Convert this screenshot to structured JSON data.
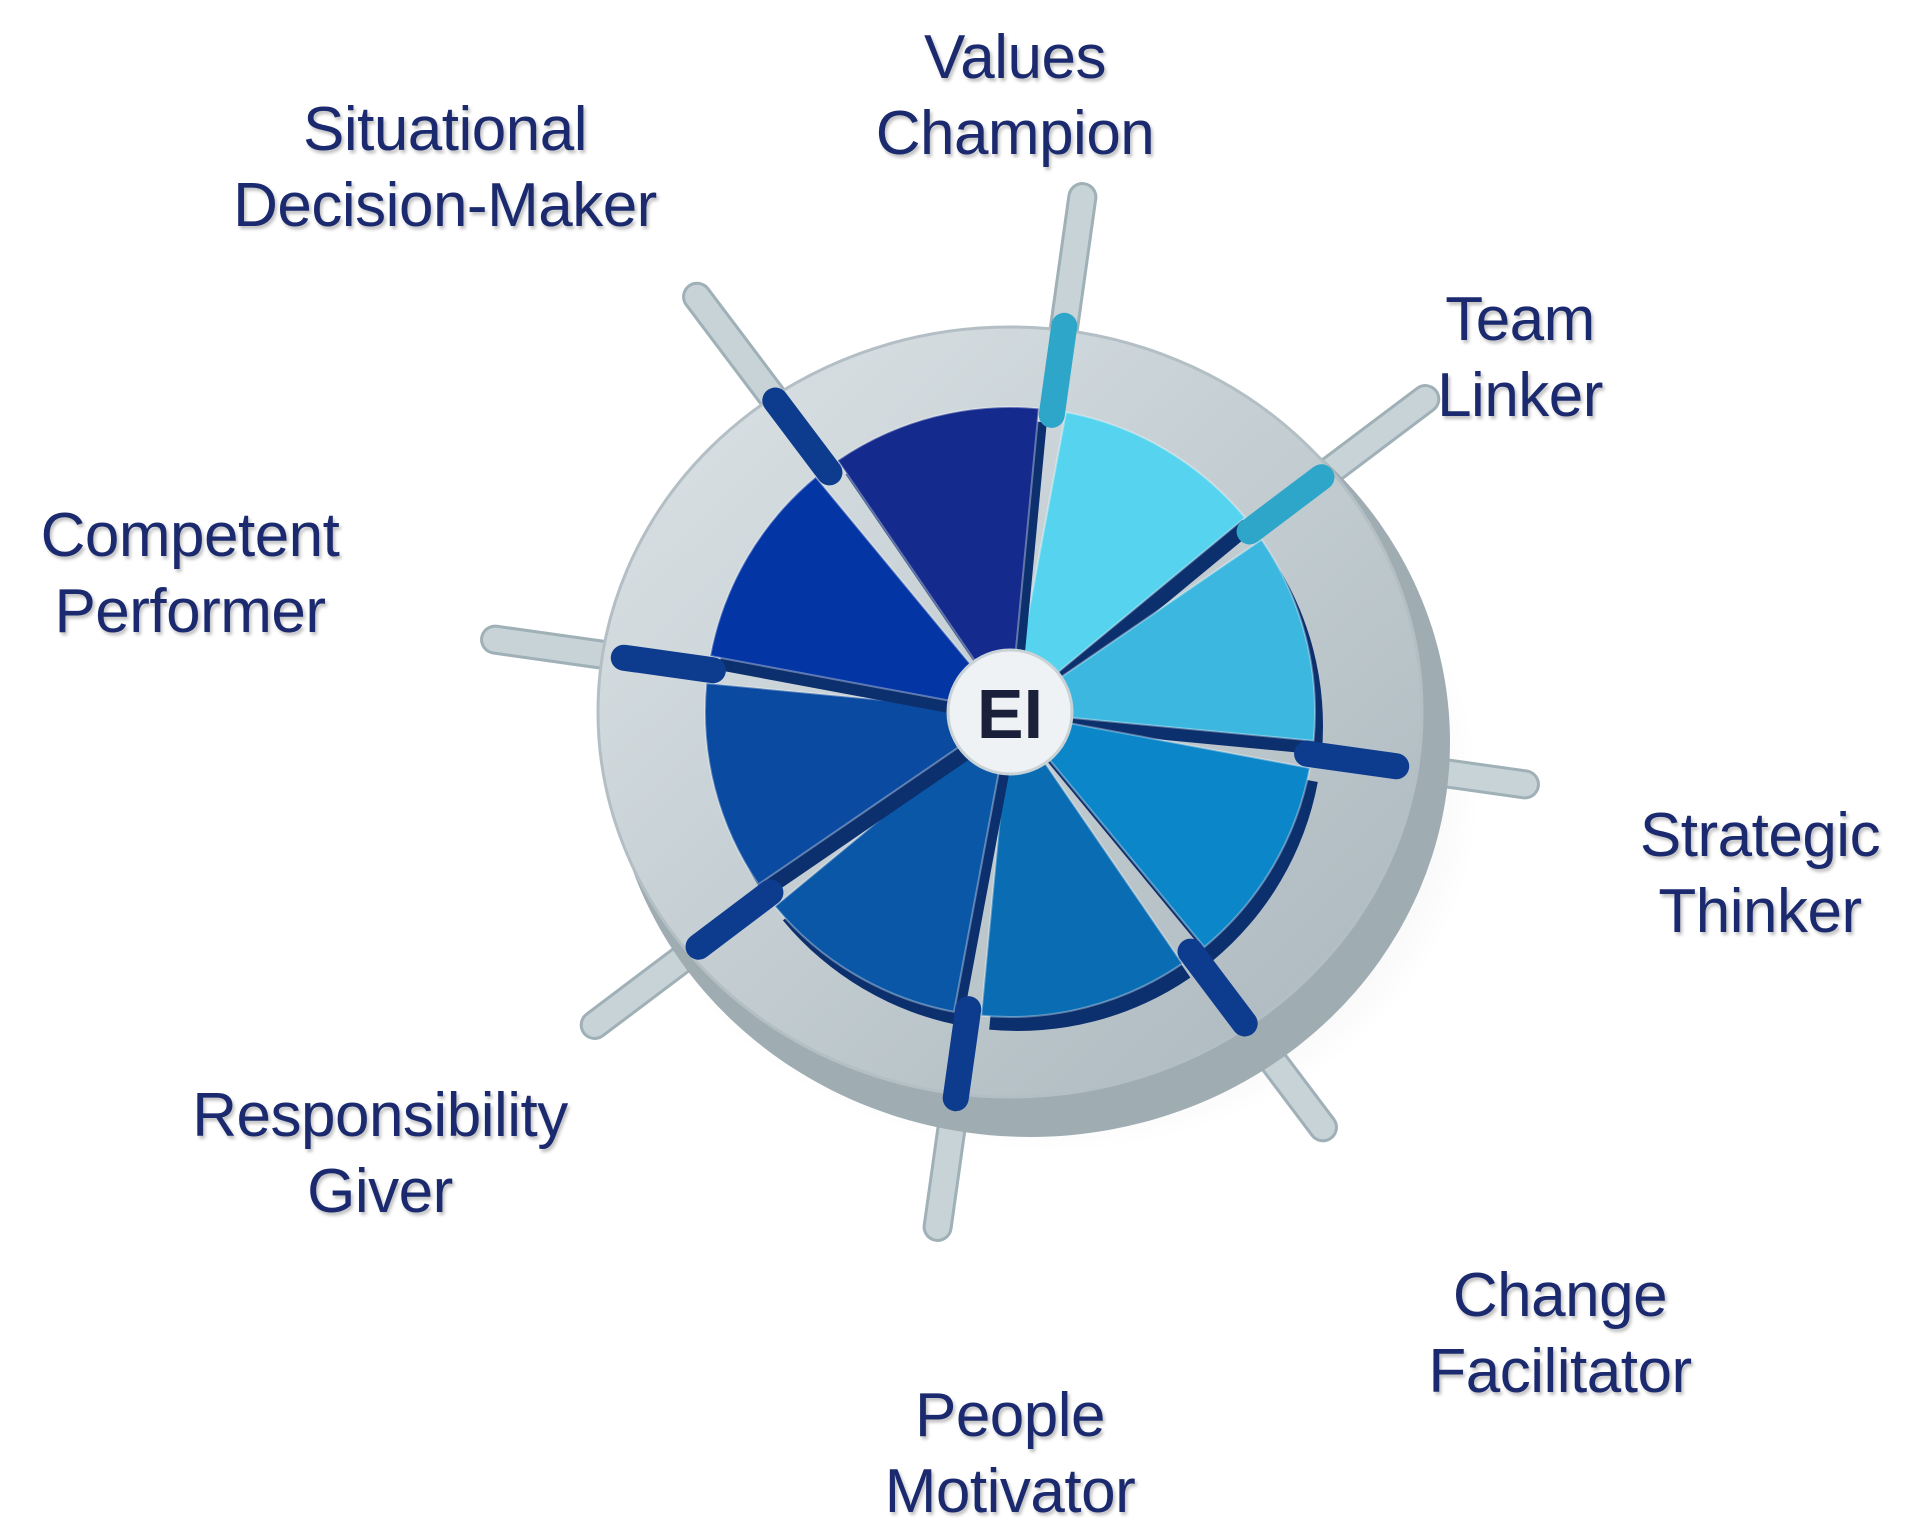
{
  "center_label": "EI",
  "segments": [
    {
      "id": "values-champion",
      "line1": "Values",
      "line2": "Champion",
      "color": "#56d3ee"
    },
    {
      "id": "team-linker",
      "line1": "Team",
      "line2": "Linker",
      "color": "#3bb7e0"
    },
    {
      "id": "strategic-thinker",
      "line1": "Strategic",
      "line2": "Thinker",
      "color": "#0b86c8"
    },
    {
      "id": "change-facilitator",
      "line1": "Change",
      "line2": "Facilitator",
      "color": "#0a6db3"
    },
    {
      "id": "people-motivator",
      "line1": "People",
      "line2": "Motivator",
      "color": "#0957a6"
    },
    {
      "id": "responsibility-giver",
      "line1": "Responsibility",
      "line2": "Giver",
      "color": "#0a4aa0"
    },
    {
      "id": "competent-performer",
      "line1": "Competent",
      "line2": "Performer",
      "color": "#0435a4"
    },
    {
      "id": "situational-decision-maker",
      "line1": "Situational",
      "line2": "Decision-Maker",
      "color": "#142a8c"
    }
  ],
  "colors": {
    "label_text": "#1b2a6e",
    "outer_ring": "#c3cdd2",
    "spoke": "#c8d3d8"
  }
}
